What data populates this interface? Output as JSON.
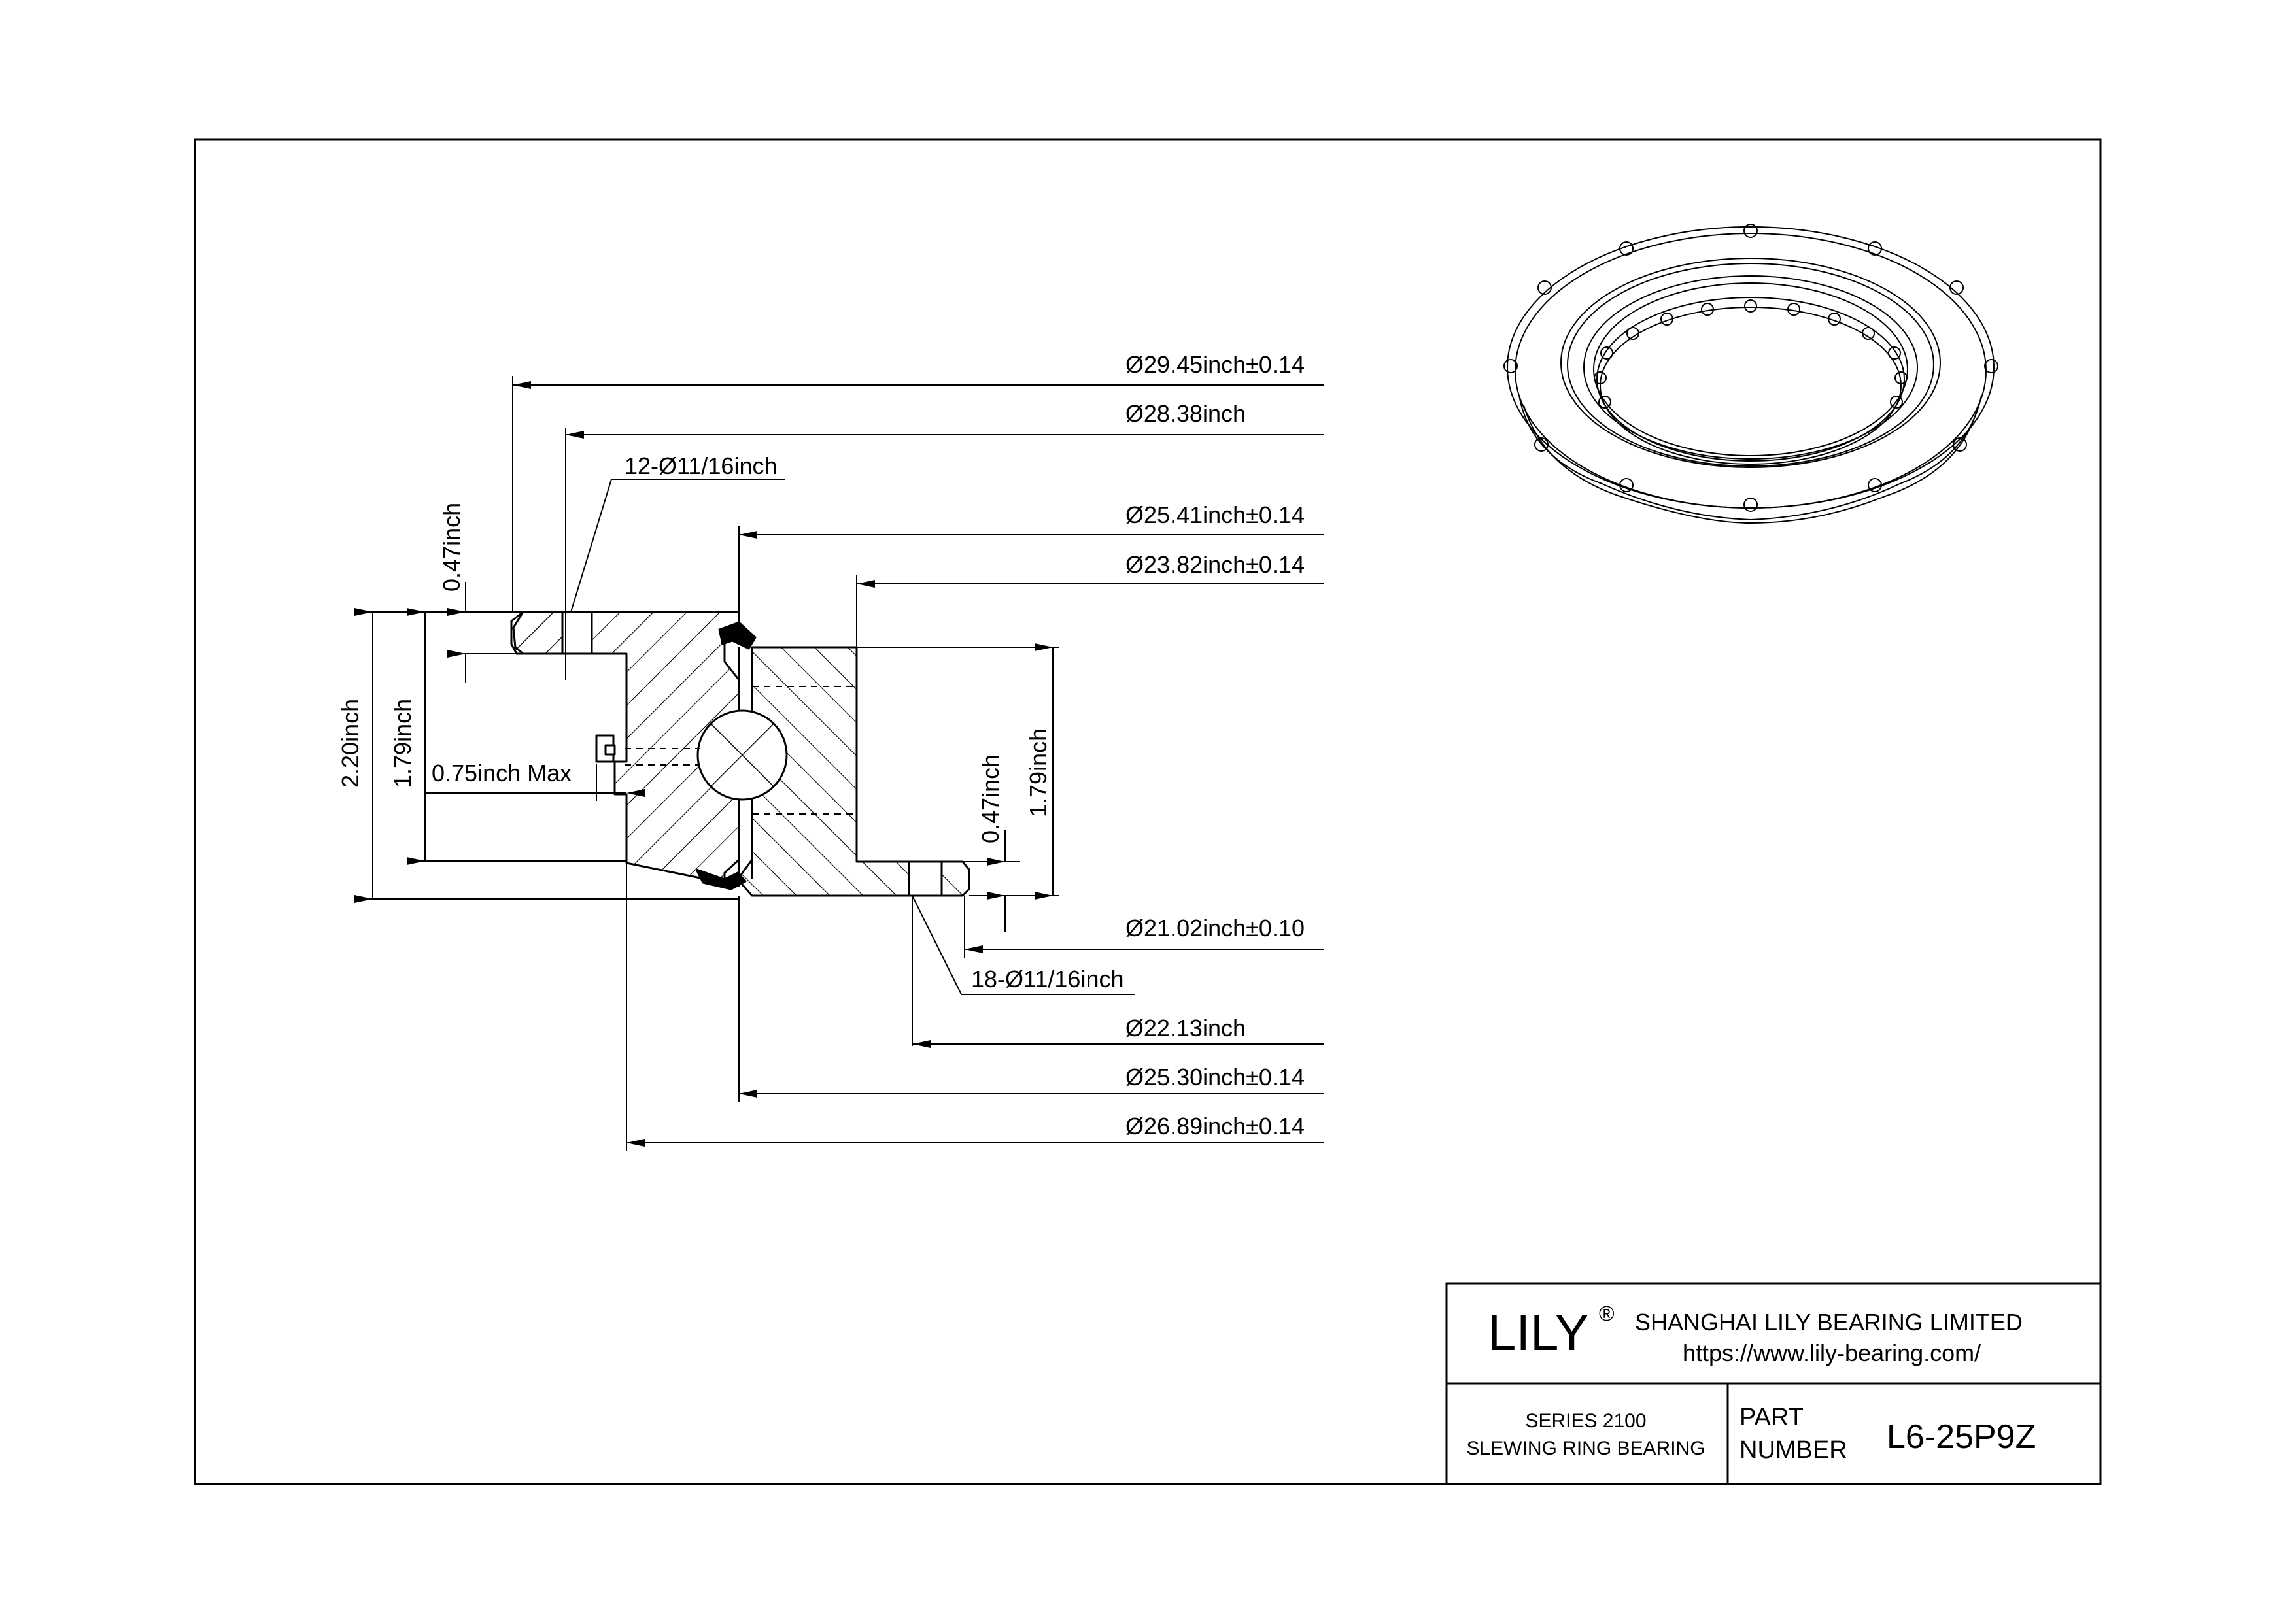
{
  "dimensions": {
    "d_outer_flange": "Ø29.45inch±0.14",
    "d_outer_bolt_circle": "Ø28.38inch",
    "outer_holes": "12-Ø11/16inch",
    "d_outer_ring_bore": "Ø25.41inch±0.14",
    "d_inner_ring_od": "Ø23.82inch±0.14",
    "h_outer_flange": "0.47inch",
    "h_total": "2.20inch",
    "h_outer_ring": "1.79inch",
    "grease_fitting": "0.75inch Max",
    "h_inner_flange": "0.47inch",
    "h_inner_ring": "1.79inch",
    "d_inner_bore": "Ø21.02inch±0.10",
    "inner_holes": "18-Ø11/16inch",
    "d_inner_bolt_circle": "Ø22.13inch",
    "d_inner_ring_top": "Ø25.30inch±0.14",
    "d_outer_ring_od": "Ø26.89inch±0.14"
  },
  "title_block": {
    "brand": "LILY",
    "registered": "®",
    "company": "SHANGHAI LILY BEARING LIMITED",
    "website": "https://www.lily-bearing.com/",
    "series_line1": "SERIES 2100",
    "series_line2": "SLEWING RING BEARING",
    "part_label_line1": "PART",
    "part_label_line2": "NUMBER",
    "part_number": "L6-25P9Z"
  }
}
